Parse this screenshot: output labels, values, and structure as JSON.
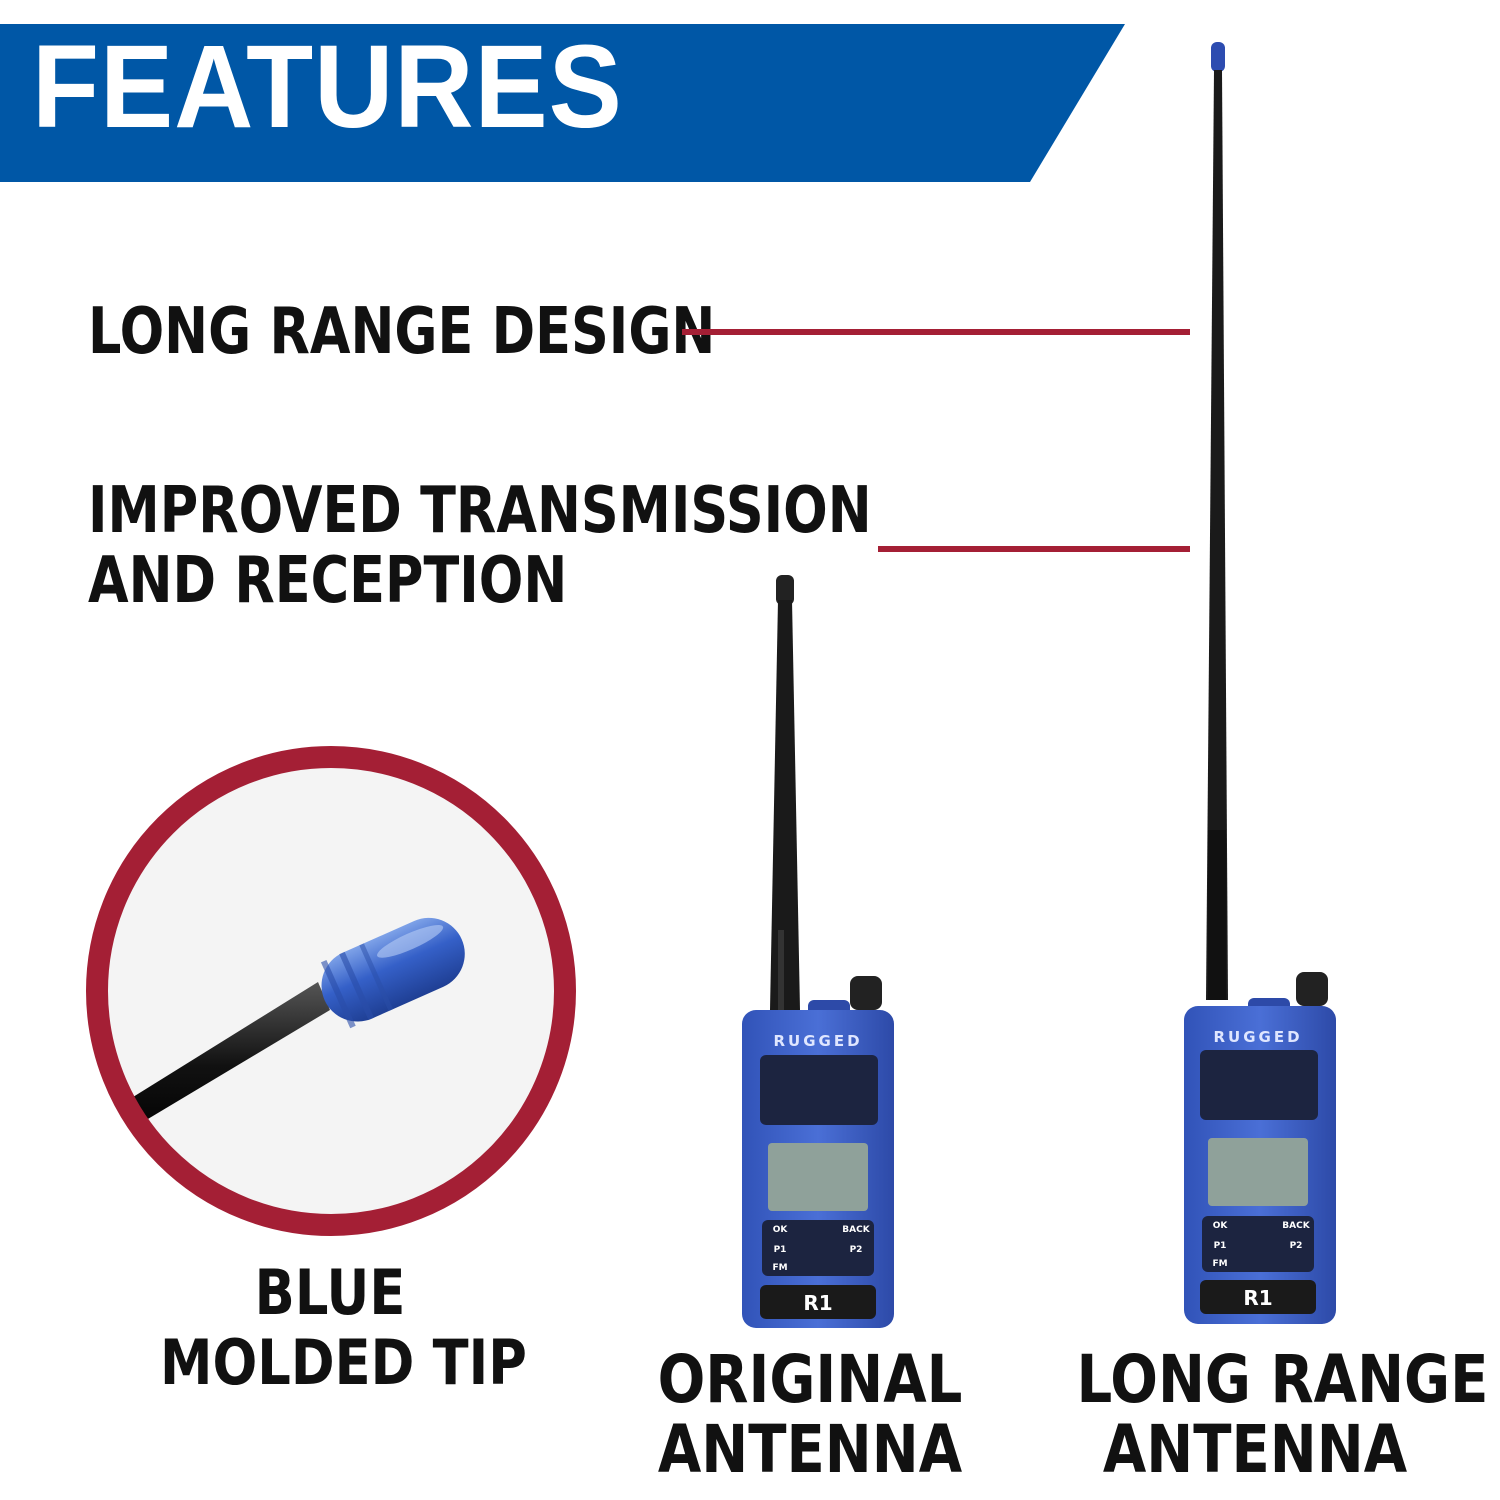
{
  "banner": {
    "title": "FEATURES",
    "color": "#0057a6"
  },
  "features": [
    {
      "label": "LONG RANGE DESIGN"
    },
    {
      "line1": "IMPROVED TRANSMISSION",
      "line2": "AND RECEPTION"
    }
  ],
  "callout_color": "#a41f35",
  "tip_caption": {
    "line1": "BLUE",
    "line2": "MOLDED TIP"
  },
  "radios": [
    {
      "brand": "RUGGED",
      "model": "R1",
      "keys": [
        "OK",
        "BACK",
        "P1",
        "P2",
        "FM"
      ],
      "caption_line1": "ORIGINAL",
      "caption_line2": "ANTENNA"
    },
    {
      "brand": "RUGGED",
      "model": "R1",
      "keys": [
        "OK",
        "BACK",
        "P1",
        "P2",
        "FM"
      ],
      "caption_line1": "LONG RANGE",
      "caption_line2": "ANTENNA"
    }
  ]
}
